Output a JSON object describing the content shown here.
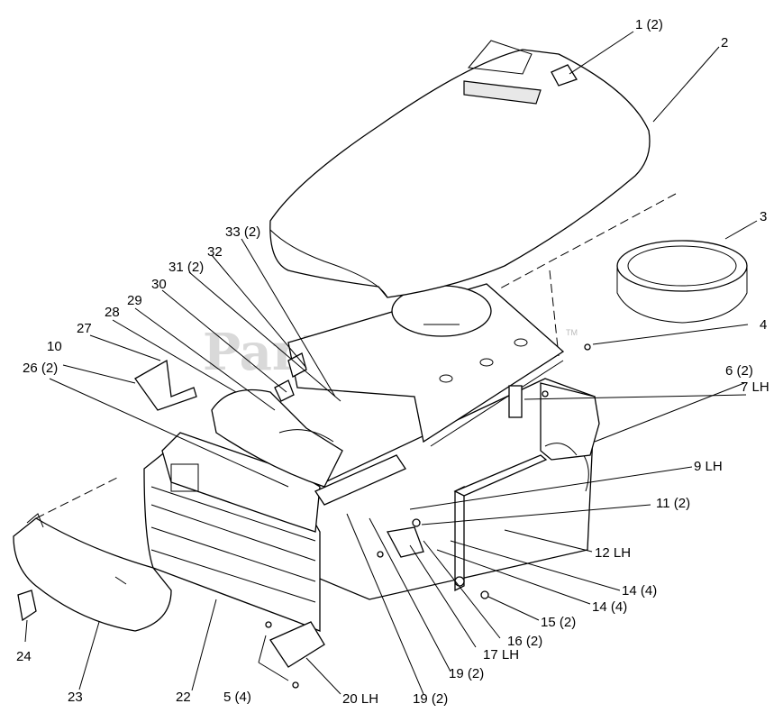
{
  "watermark": "PartsTree",
  "trademark": "TM",
  "callouts": [
    {
      "id": "c1",
      "text": "1 (2)"
    },
    {
      "id": "c2",
      "text": "2"
    },
    {
      "id": "c3",
      "text": "3"
    },
    {
      "id": "c4",
      "text": "4"
    },
    {
      "id": "c5",
      "text": "5 (4)"
    },
    {
      "id": "c6",
      "text": "6 (2)"
    },
    {
      "id": "c7",
      "text": "7 LH"
    },
    {
      "id": "c9",
      "text": "9 LH"
    },
    {
      "id": "c10",
      "text": "10"
    },
    {
      "id": "c11",
      "text": "11 (2)"
    },
    {
      "id": "c12",
      "text": "12 LH"
    },
    {
      "id": "c14a",
      "text": "14 (4)"
    },
    {
      "id": "c14b",
      "text": "14 (4)"
    },
    {
      "id": "c15",
      "text": "15 (2)"
    },
    {
      "id": "c16",
      "text": "16 (2)"
    },
    {
      "id": "c17",
      "text": "17 LH"
    },
    {
      "id": "c19a",
      "text": "19 (2)"
    },
    {
      "id": "c19b",
      "text": "19 (2)"
    },
    {
      "id": "c20",
      "text": "20 LH"
    },
    {
      "id": "c22",
      "text": "22"
    },
    {
      "id": "c23",
      "text": "23"
    },
    {
      "id": "c24",
      "text": "24"
    },
    {
      "id": "c26",
      "text": "26 (2)"
    },
    {
      "id": "c27",
      "text": "27"
    },
    {
      "id": "c28",
      "text": "28"
    },
    {
      "id": "c29",
      "text": "29"
    },
    {
      "id": "c30",
      "text": "30"
    },
    {
      "id": "c31",
      "text": "31 (2)"
    },
    {
      "id": "c32",
      "text": "32"
    },
    {
      "id": "c33",
      "text": "33 (2)"
    }
  ]
}
